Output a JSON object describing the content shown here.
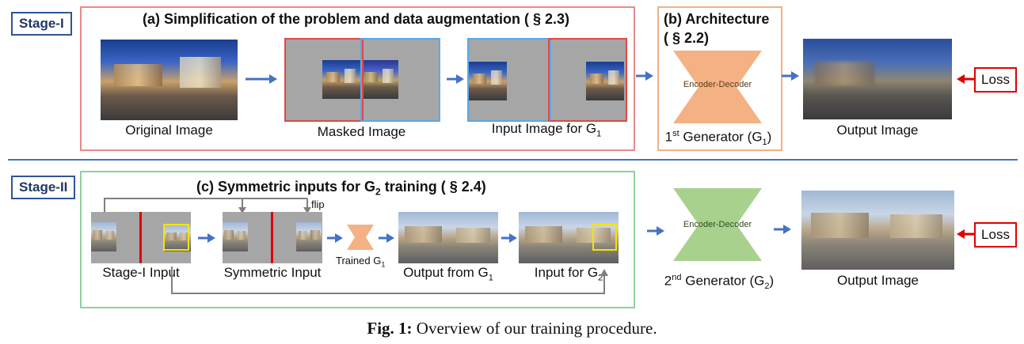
{
  "colors": {
    "panel_a": "#e88a8c",
    "panel_b": "#f4b183",
    "panel_c": "#8fd19e",
    "stage_border": "#2f5597",
    "arrow": "#4472c4",
    "loss": "#e00000",
    "generator1": "#f4b183",
    "generator2": "#a9d18e",
    "mask_red": "#e04848",
    "mask_blue": "#5aa9e6",
    "highlight_yellow": "#f5e400",
    "divider": "#4472c4"
  },
  "stage1": {
    "tag": "Stage-I",
    "panel_a_title": "(a) Simplification of the problem and data augmentation ( § 2.3)",
    "panel_b_title_line1": "(b) Architecture",
    "panel_b_title_line2": "( § 2.2)",
    "original_label": "Original Image",
    "masked_label": "Masked Image",
    "input_label_prefix": "Input Image for G",
    "input_label_sub": "1",
    "generator_text": "Encoder-Decoder",
    "generator_label_num": "1",
    "generator_label_sup": "st",
    "generator_label_mid": " Generator (G",
    "generator_label_sub": "1",
    "generator_label_end": ")",
    "output_label": "Output Image",
    "loss": "Loss"
  },
  "stage2": {
    "tag": "Stage-II",
    "panel_c_title_prefix": "(c) Symmetric inputs for G",
    "panel_c_title_sub": "2",
    "panel_c_title_suffix": " training ( § 2.4)",
    "flip": "flip",
    "stage1_input_label": "Stage-I Input",
    "symmetric_label": "Symmetric Input",
    "trained_prefix": "Trained G",
    "trained_sub": "1",
    "output_from_prefix": "Output from G",
    "output_from_sub": "1",
    "input_for_prefix": "Input for G",
    "input_for_sub": "2",
    "generator_text": "Encoder-Decoder",
    "generator_label_num": "2",
    "generator_label_sup": "nd",
    "generator_label_mid": " Generator (G",
    "generator_label_sub": "2",
    "generator_label_end": ")",
    "output_label": "Output Image",
    "loss": "Loss"
  },
  "caption": {
    "bold": "Fig. 1:",
    "text": " Overview of our training procedure."
  }
}
